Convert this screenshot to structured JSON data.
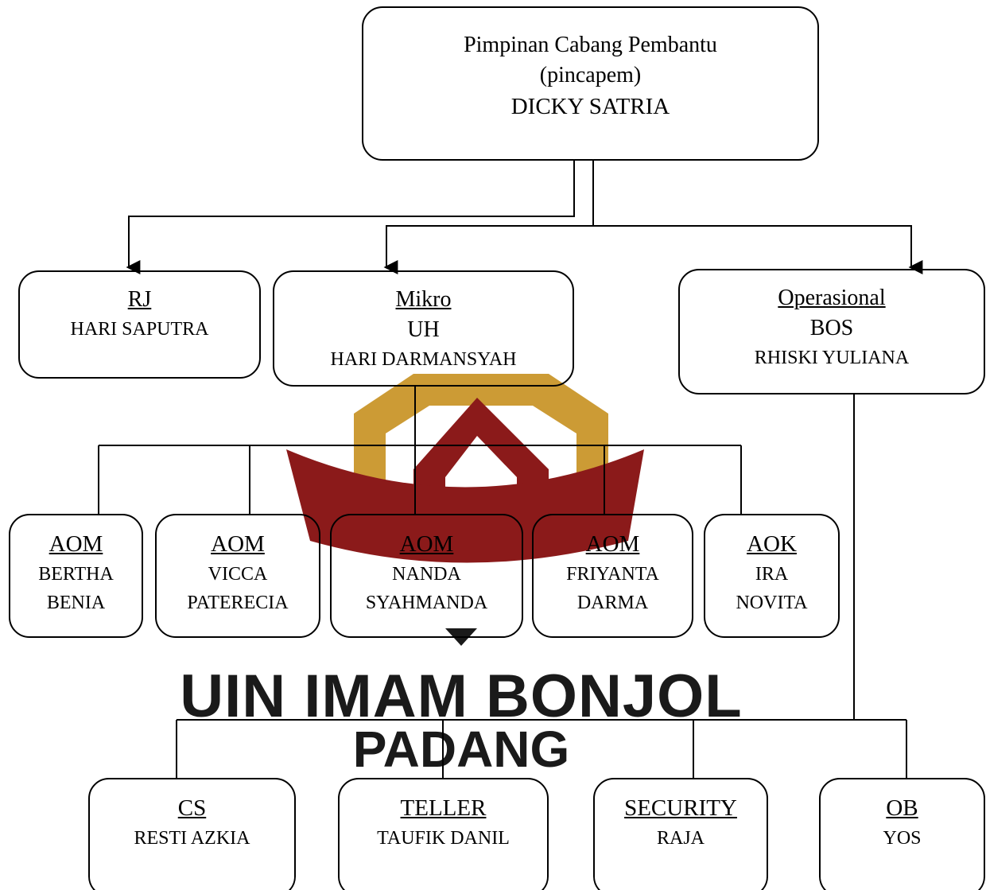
{
  "root": {
    "line1": "Pimpinan Cabang Pembantu",
    "line2": "(pincapem)",
    "name": "DICKY SATRIA"
  },
  "units": [
    {
      "title": "RJ",
      "subtitle": "",
      "name": "HARI SAPUTRA"
    },
    {
      "title": "Mikro",
      "subtitle": "UH",
      "name": "HARI DARMANSYAH"
    },
    {
      "title": "Operasional",
      "subtitle": "BOS",
      "name": "RHISKI YULIANA"
    }
  ],
  "micro_staff": [
    {
      "title": "AOM",
      "name1": "BERTHA",
      "name2": "BENIA"
    },
    {
      "title": "AOM",
      "name1": "VICCA",
      "name2": "PATERECIA"
    },
    {
      "title": "AOM",
      "name1": "NANDA",
      "name2": "SYAHMANDA"
    },
    {
      "title": "AOM",
      "name1": "FRIYANTA",
      "name2": "DARMA"
    },
    {
      "title": "AOK",
      "name1": "IRA",
      "name2": "NOVITA"
    }
  ],
  "ops_staff": [
    {
      "title": "CS",
      "name": "RESTI AZKIA"
    },
    {
      "title": "TELLER",
      "name": "TAUFIK DANIL"
    },
    {
      "title": "SECURITY",
      "name": "RAJA"
    },
    {
      "title": "OB",
      "name": "YOS"
    }
  ],
  "watermark": {
    "line1": "UIN IMAM BONJOL",
    "line2": "PADANG",
    "color_dark": "#8b1a1a",
    "color_gold": "#c9962a"
  }
}
